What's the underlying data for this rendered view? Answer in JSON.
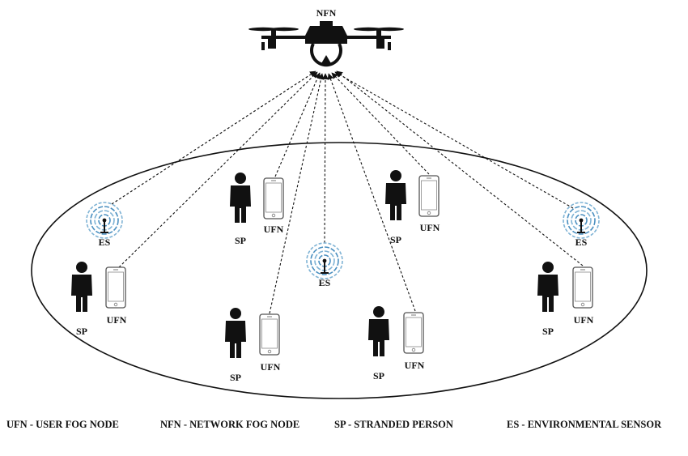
{
  "diagram": {
    "drone": {
      "label": "NFN",
      "icon": "drone-icon"
    },
    "nodes": [
      {
        "kind": "sensor",
        "label": "ES"
      },
      {
        "kind": "sensor",
        "label": "ES"
      },
      {
        "kind": "sensor",
        "label": "ES"
      },
      {
        "kind": "person-phone",
        "person_label": "SP",
        "phone_label": "UFN"
      },
      {
        "kind": "person-phone",
        "person_label": "SP",
        "phone_label": "UFN"
      },
      {
        "kind": "person-phone",
        "person_label": "SP",
        "phone_label": "UFN"
      },
      {
        "kind": "person-phone",
        "person_label": "SP",
        "phone_label": "UFN"
      },
      {
        "kind": "person-phone",
        "person_label": "SP",
        "phone_label": "UFN"
      },
      {
        "kind": "person-phone",
        "person_label": "SP",
        "phone_label": "UFN"
      }
    ],
    "colors": {
      "sensor_accent": "#7fb3d5",
      "ink": "#111111"
    }
  },
  "legend": [
    "UFN - USER FOG NODE",
    "NFN - NETWORK FOG NODE",
    "SP - STRANDED PERSON",
    "ES - ENVIRONMENTAL SENSOR"
  ]
}
